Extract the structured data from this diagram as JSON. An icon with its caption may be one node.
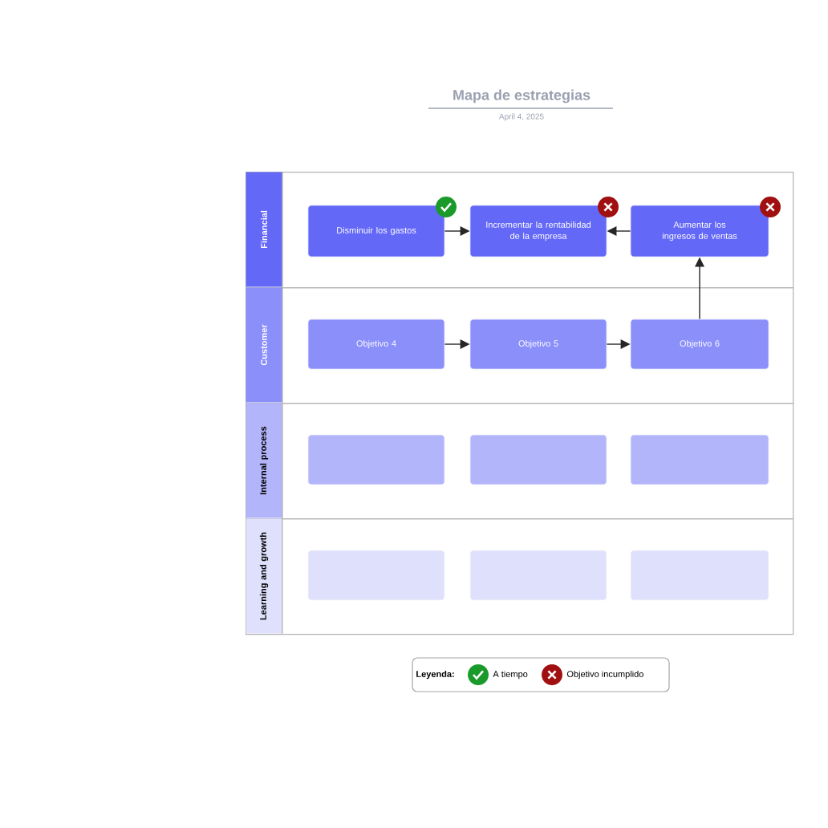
{
  "diagram": {
    "title": "Mapa de estrategias",
    "caption": "April 4, 2025",
    "nodes": [
      {
        "text": [
          "Financial"
        ]
      },
      {
        "text": [
          "Disminuir los gastos"
        ],
        "in": 0
      },
      {
        "text": [
          "Incrementar la rentabilidad de la empresa"
        ],
        "in": 0
      },
      {
        "text": [
          "Aumentar los ingresos de ventas"
        ],
        "in": 0
      },
      {
        "text": [
          "Customer"
        ]
      },
      {
        "text": [
          "Objetivo 4"
        ],
        "in": 4
      },
      {
        "text": [
          "Objetivo 5"
        ],
        "in": 4
      },
      {
        "text": [
          "Objetivo 6"
        ],
        "in": 4
      },
      {
        "text": [
          "Internal process"
        ]
      },
      {
        "text": [],
        "shape": "box",
        "in": 8
      },
      {
        "text": [],
        "shape": "box",
        "in": 8
      },
      {
        "text": [],
        "shape": "box",
        "in": 8
      },
      {
        "text": [
          "Learning and growth"
        ]
      },
      {
        "text": [],
        "shape": "box",
        "in": 12
      },
      {
        "text": [],
        "shape": "box",
        "in": 12
      },
      {
        "text": [],
        "shape": "box",
        "in": 12
      }
    ],
    "edges": [
      {
        "from": 1,
        "to": 2,
        "arrow": "to"
      },
      {
        "from": 3,
        "to": 2,
        "arrow": "to"
      },
      {
        "from": 5,
        "to": 6,
        "arrow": "to"
      },
      {
        "from": 6,
        "to": 7,
        "arrow": "to"
      },
      {
        "from": 7,
        "to": 3,
        "arrow": "to"
      }
    ],
    "labels": [
      "Leyenda:"
    ],
    "legend": [
      {
        "text": "A tiempo"
      },
      {
        "text": "Objetivo incumplido"
      }
    ]
  }
}
